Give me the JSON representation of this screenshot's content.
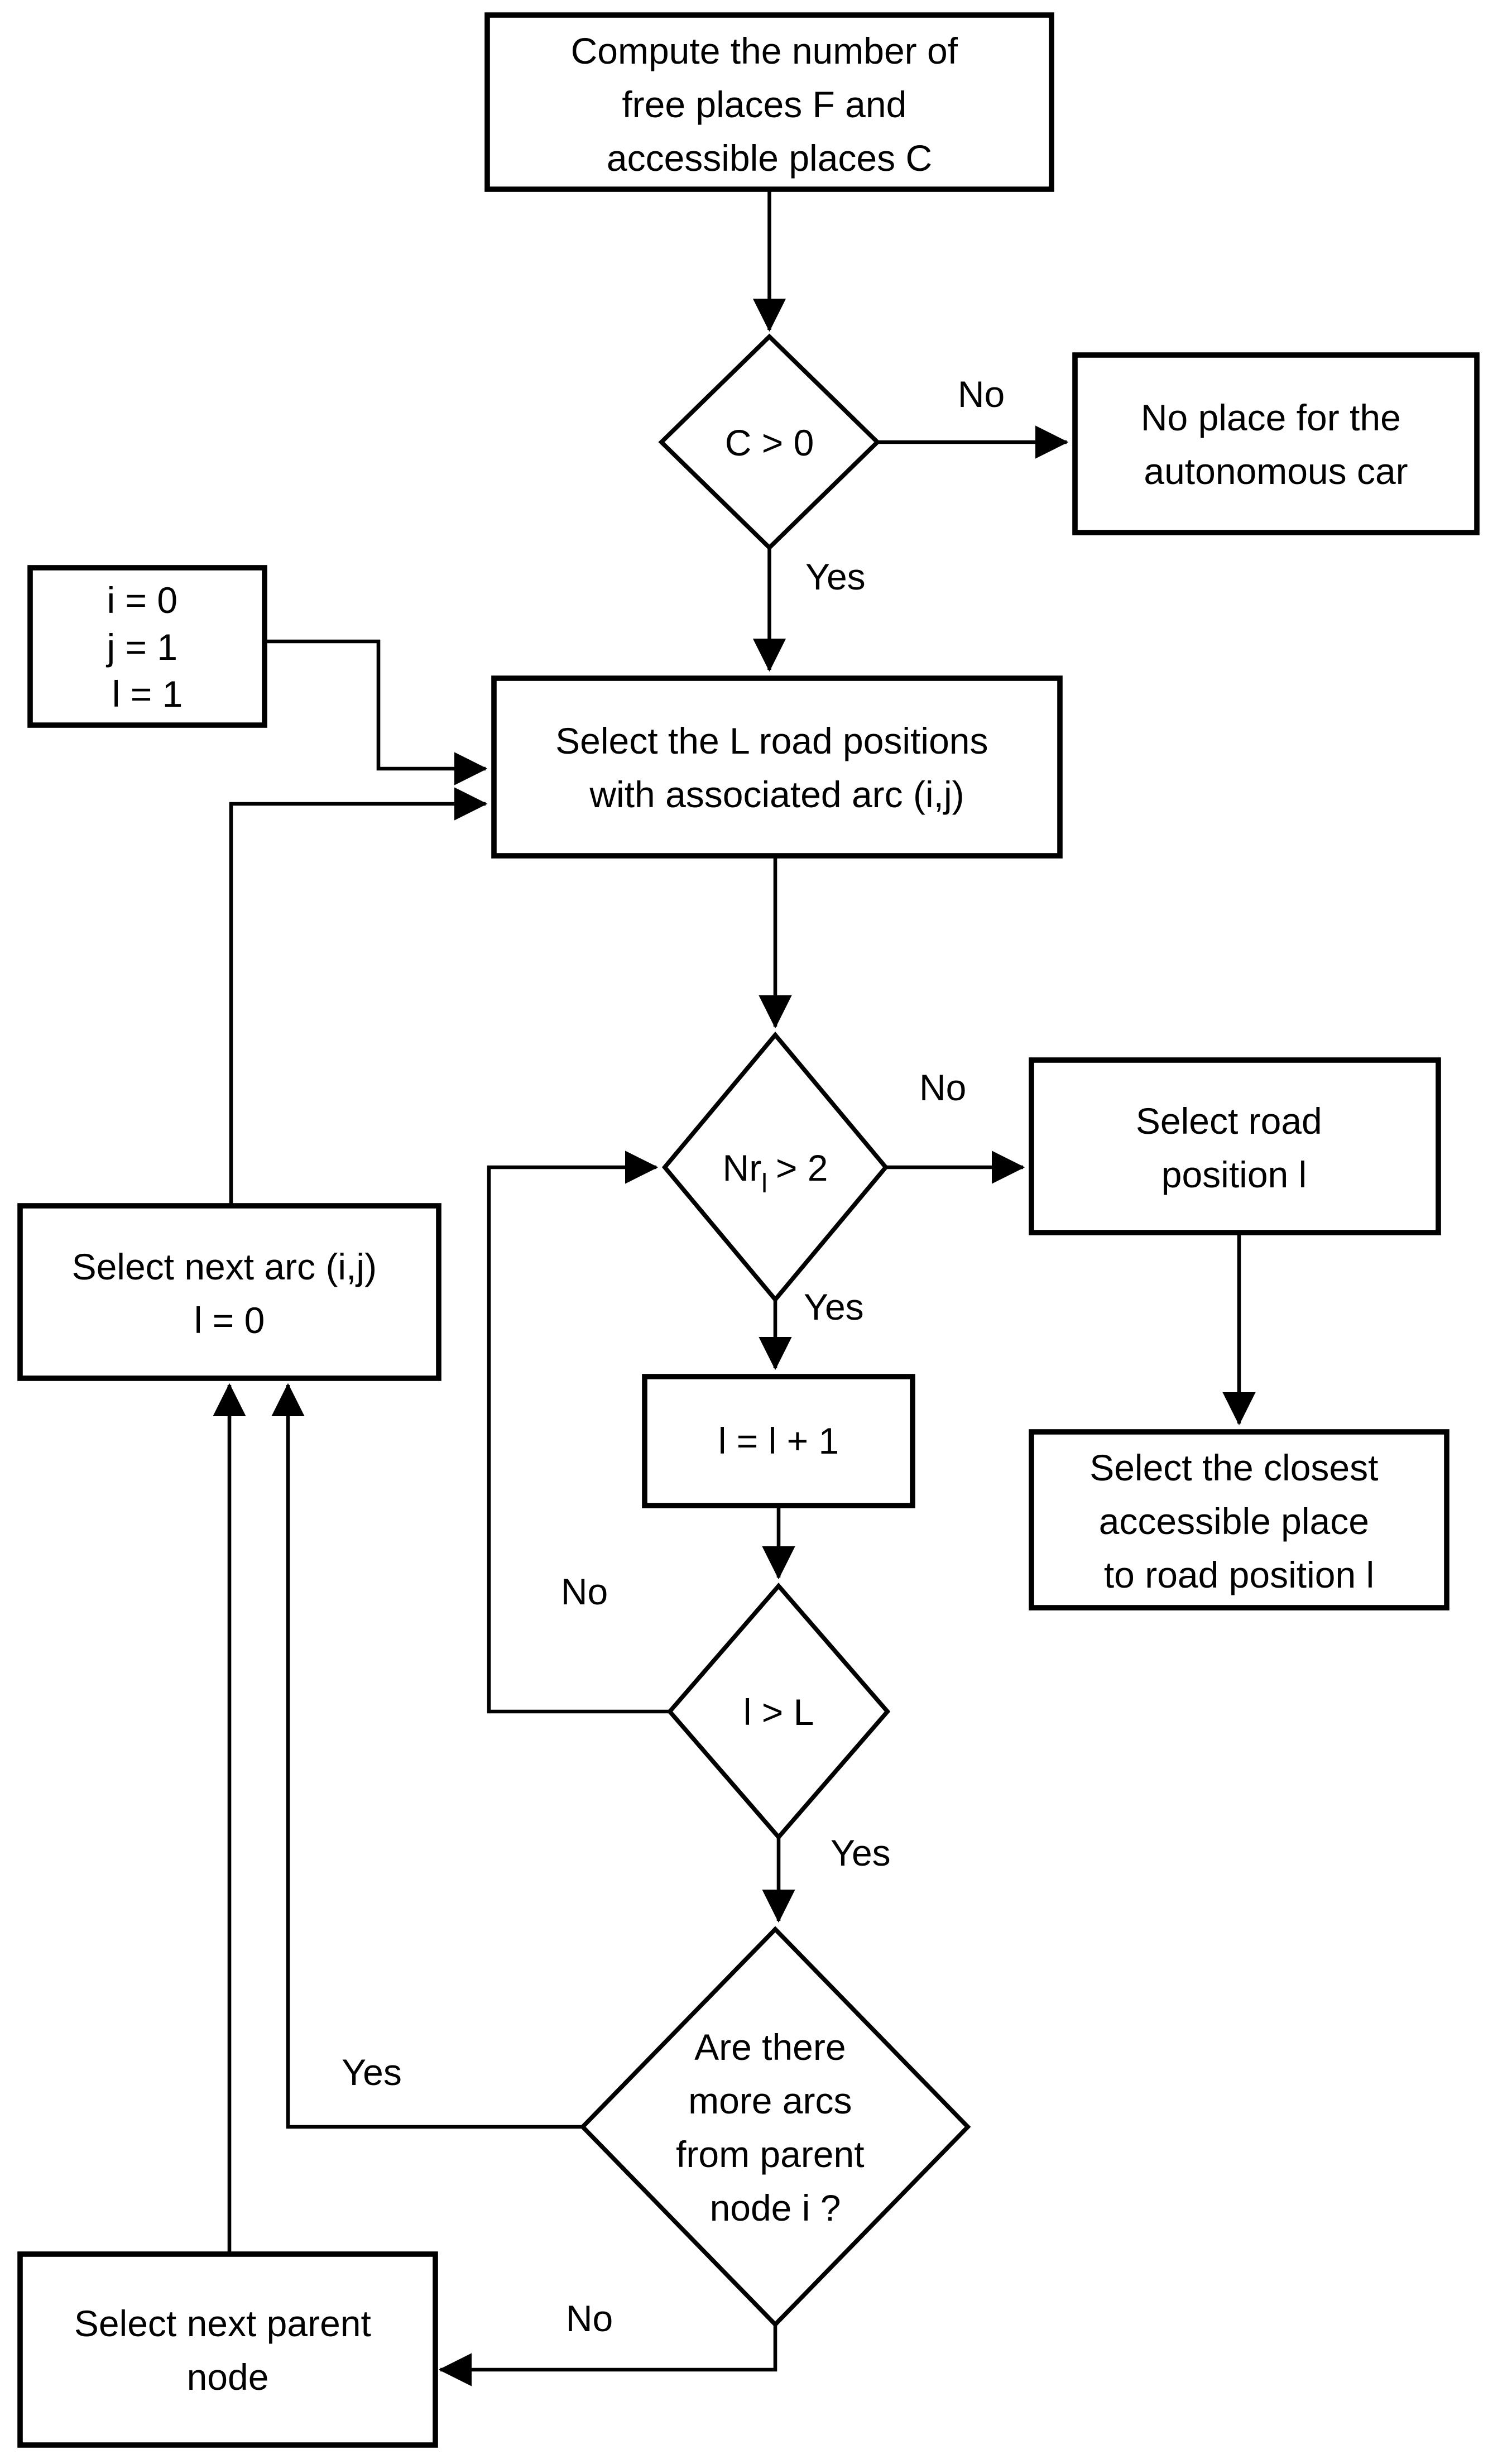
{
  "colors": {
    "background": "#ffffff",
    "line": "#000000",
    "text": "#000000"
  },
  "nodes": {
    "compute": {
      "lines": [
        "Compute the number of",
        "free places F and",
        "accessible places C"
      ]
    },
    "c_gt_0": {
      "label": "C > 0"
    },
    "no_place": {
      "lines": [
        "No place for the",
        "autonomous car"
      ]
    },
    "init": {
      "lines": [
        "i = 0",
        "j = 1",
        "l = 1"
      ]
    },
    "select_l_positions": {
      "lines": [
        "Select the L road positions",
        "with associated arc (i,j)"
      ]
    },
    "nr_gt_2": {
      "prefix": "Nr",
      "subscript": "l",
      "suffix": "> 2"
    },
    "select_road_position": {
      "lines": [
        "Select road",
        "position l"
      ]
    },
    "select_closest": {
      "lines": [
        "Select the closest",
        "accessible place",
        "to road position l"
      ]
    },
    "l_increment": {
      "label": "l = l + 1"
    },
    "l_gt_l_cap": {
      "label": "l > L"
    },
    "more_arcs": {
      "lines": [
        "Are there",
        "more arcs",
        "from parent",
        "node i ?"
      ]
    },
    "select_next_arc": {
      "lines": [
        "Select next arc (i,j)",
        "l = 0"
      ]
    },
    "select_next_parent": {
      "lines": [
        "Select next parent",
        "node"
      ]
    }
  },
  "edge_labels": {
    "c_no": "No",
    "c_yes": "Yes",
    "nr_no": "No",
    "nr_yes": "Yes",
    "l_no": "No",
    "l_yes": "Yes",
    "arcs_yes": "Yes",
    "arcs_no": "No"
  }
}
